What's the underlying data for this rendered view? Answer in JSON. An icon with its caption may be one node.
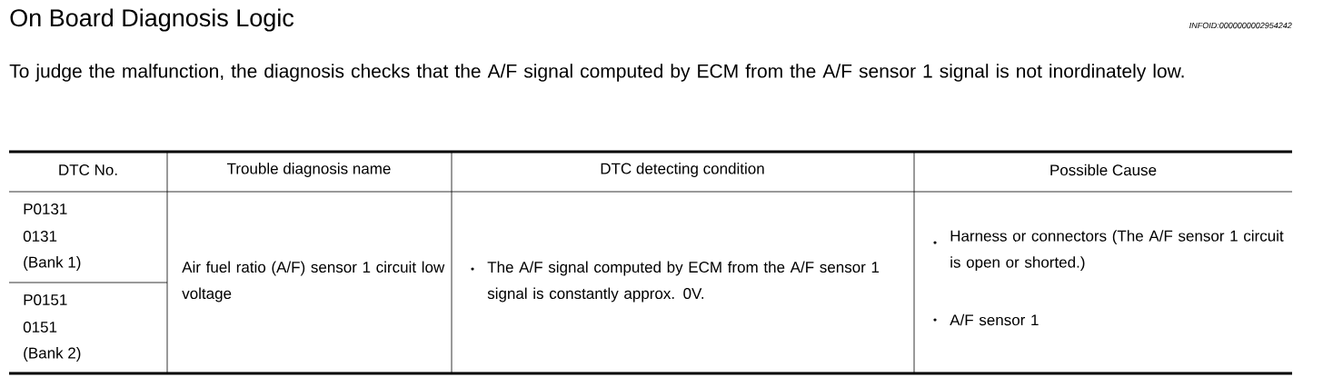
{
  "diagram": {
    "title": "On Board Diagnosis Logic",
    "labels": [
      "INFOID:0000000002954242",
      "To judge the malfunction, the diagnosis checks that the A/F signal computed by ECM from the A/F sensor 1 signal is not inordinately low.",
      "DTC No.",
      "Trouble diagnosis name",
      "DTC detecting condition",
      "Possible Cause",
      "P0131",
      "0131",
      "(Bank 1)",
      "Air fuel ratio (A/F) sensor 1 circuit low voltage",
      "The A/F signal computed by ECM from the A/F sensor 1 signal is constantly approx. 0V.",
      "Harness or connectors (The A/F sensor 1 circuit is open or shorted.)",
      "A/F sensor 1",
      "P0151",
      "0151",
      "(Bank 2)"
    ]
  }
}
